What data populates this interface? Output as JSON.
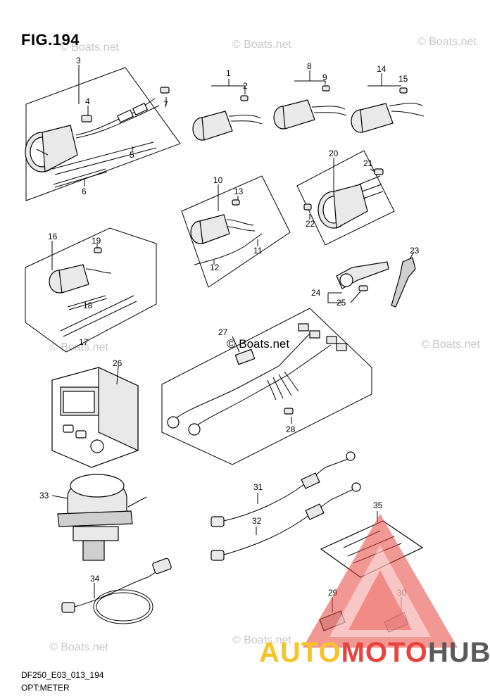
{
  "figure": {
    "title": "FIG.194",
    "code": "DF250_E03_013_194",
    "name": "OPT:METER"
  },
  "watermark": {
    "text": "© Boats.net"
  },
  "brand": {
    "part1": "AUTO",
    "part2": "MOTO",
    "part3": "HUB",
    "color_yellow": "#f7c325",
    "color_red": "#e8433c",
    "color_gray": "#5a5a5a"
  },
  "callouts": {
    "c1": "1",
    "c2": "2",
    "c3": "3",
    "c4": "4",
    "c5": "5",
    "c6": "6",
    "c7": "7",
    "c8": "8",
    "c9": "9",
    "c10": "10",
    "c11": "11",
    "c12": "12",
    "c13": "13",
    "c14": "14",
    "c15": "15",
    "c16": "16",
    "c17": "17",
    "c18": "18",
    "c19": "19",
    "c20": "20",
    "c21": "21",
    "c22": "22",
    "c23": "23",
    "c24": "24",
    "c25": "25",
    "c26": "26",
    "c27": "27",
    "c28": "28",
    "c29": "29",
    "c30": "30",
    "c31": "31",
    "c32": "32",
    "c33": "33",
    "c34": "34",
    "c35": "35"
  }
}
